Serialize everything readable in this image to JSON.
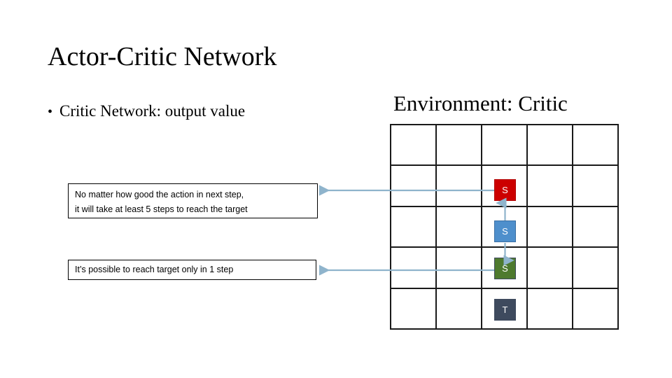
{
  "slide": {
    "title": "Actor-Critic Network",
    "bullet_glyph": "•",
    "bullet_text": "Critic Network: output value",
    "environment_heading": "Environment: Critic"
  },
  "callouts": [
    {
      "id": "callout-five-steps",
      "line1": "No matter how good the action in next step,",
      "line2": "it will take at least 5 steps to reach the target"
    },
    {
      "id": "callout-one-step",
      "line1": "It’s possible to reach target only in 1 step",
      "line2": ""
    }
  ],
  "grid": {
    "rows": 5,
    "cols": 5,
    "line_color": "#1a1a1a",
    "tokens": [
      {
        "label": "S",
        "row": 2,
        "col": 3,
        "color": "#CC0000",
        "border": "#B00000",
        "name": "token-state-red"
      },
      {
        "label": "S",
        "row": 3,
        "col": 3,
        "color": "#4E8FCC",
        "border": "#3A6FA3",
        "name": "token-state-blue"
      },
      {
        "label": "S",
        "row": 4,
        "col": 3,
        "color": "#4E7A2E",
        "border": "#3E4A5E",
        "name": "token-state-green"
      },
      {
        "label": "T",
        "row": 5,
        "col": 3,
        "color": "#3E4A5E",
        "border": "#3E4A5E",
        "name": "token-target"
      }
    ]
  },
  "arrows": {
    "connector_color": "#8FB4CC",
    "items": [
      {
        "name": "arrow-red-to-callout-five-steps",
        "direction": "left"
      },
      {
        "name": "arrow-green-to-callout-one-step",
        "direction": "left"
      },
      {
        "name": "arrow-blue-to-red-up",
        "direction": "up"
      },
      {
        "name": "arrow-blue-to-green-down",
        "direction": "down"
      }
    ]
  }
}
